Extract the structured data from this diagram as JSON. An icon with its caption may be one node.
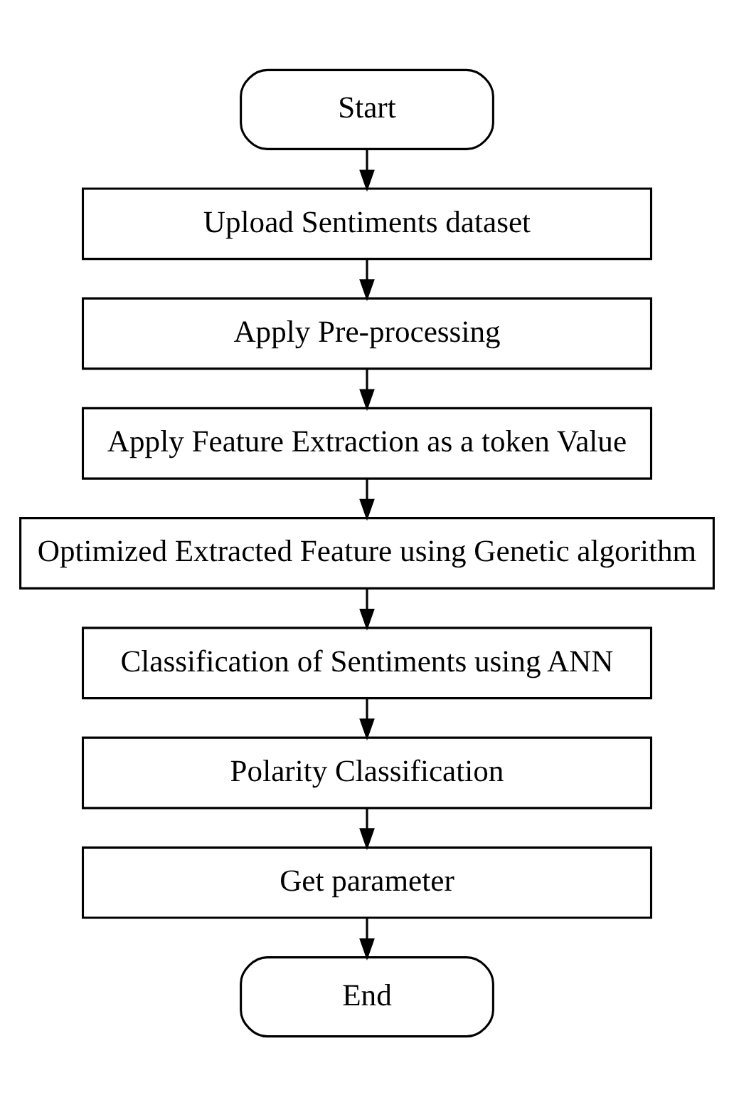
{
  "diagram": {
    "nodes": [
      {
        "text": [
          "Start"
        ]
      },
      {
        "text": [
          "Upload Sentiments dataset"
        ]
      },
      {
        "text": [
          "Apply Pre-processing"
        ]
      },
      {
        "text": [
          "Apply Feature Extraction as a token Value"
        ]
      },
      {
        "text": [
          "Optimized Extracted Feature using Genetic algorithm"
        ]
      },
      {
        "text": [
          "Classification of Sentiments using ANN"
        ]
      },
      {
        "text": [
          "Polarity Classification"
        ]
      },
      {
        "text": [
          "Get parameter"
        ]
      },
      {
        "text": [
          "End"
        ]
      }
    ],
    "edges": [
      {
        "from": 0,
        "to": 1,
        "arrow": "to"
      },
      {
        "from": 1,
        "to": 2,
        "arrow": "to"
      },
      {
        "from": 2,
        "to": 3,
        "arrow": "to"
      },
      {
        "from": 3,
        "to": 4,
        "arrow": "to"
      },
      {
        "from": 4,
        "to": 5,
        "arrow": "to"
      },
      {
        "from": 5,
        "to": 6,
        "arrow": "to"
      },
      {
        "from": 6,
        "to": 7,
        "arrow": "to"
      },
      {
        "from": 7,
        "to": 8,
        "arrow": "to"
      }
    ]
  }
}
